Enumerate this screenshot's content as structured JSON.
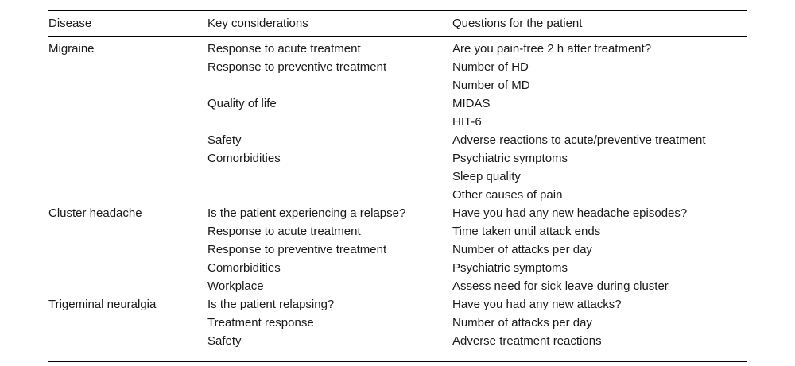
{
  "table": {
    "columns": [
      {
        "key": "disease",
        "header": "Disease"
      },
      {
        "key": "consideration",
        "header": "Key considerations"
      },
      {
        "key": "question",
        "header": "Questions for the patient"
      }
    ],
    "rows": [
      {
        "disease": "Migraine",
        "consideration": "Response to acute treatment",
        "question": "Are you pain-free 2 h after treatment?"
      },
      {
        "disease": "",
        "consideration": "Response to preventive treatment",
        "question": "Number of HD"
      },
      {
        "disease": "",
        "consideration": "",
        "question": "Number of MD"
      },
      {
        "disease": "",
        "consideration": "Quality of life",
        "question": "MIDAS"
      },
      {
        "disease": "",
        "consideration": "",
        "question": "HIT-6"
      },
      {
        "disease": "",
        "consideration": "Safety",
        "question": "Adverse reactions to acute/preventive treatment"
      },
      {
        "disease": "",
        "consideration": "Comorbidities",
        "question": "Psychiatric symptoms"
      },
      {
        "disease": "",
        "consideration": "",
        "question": "Sleep quality"
      },
      {
        "disease": "",
        "consideration": "",
        "question": "Other causes of pain"
      },
      {
        "disease": "Cluster headache",
        "consideration": "Is the patient experiencing a relapse?",
        "question": "Have you had any new headache episodes?"
      },
      {
        "disease": "",
        "consideration": "Response to acute treatment",
        "question": "Time taken until attack ends"
      },
      {
        "disease": "",
        "consideration": "Response to preventive treatment",
        "question": "Number of attacks per day"
      },
      {
        "disease": "",
        "consideration": "Comorbidities",
        "question": "Psychiatric symptoms"
      },
      {
        "disease": "",
        "consideration": "Workplace",
        "question": "Assess need for sick leave during cluster"
      },
      {
        "disease": "Trigeminal neuralgia",
        "consideration": "Is the patient relapsing?",
        "question": "Have you had any new attacks?"
      },
      {
        "disease": "",
        "consideration": "Treatment response",
        "question": "Number of attacks per day"
      },
      {
        "disease": "",
        "consideration": "Safety",
        "question": "Adverse treatment reactions"
      }
    ]
  },
  "style": {
    "rule_color": "#000000",
    "text_color": "#1a1a1a",
    "background": "#ffffff"
  }
}
